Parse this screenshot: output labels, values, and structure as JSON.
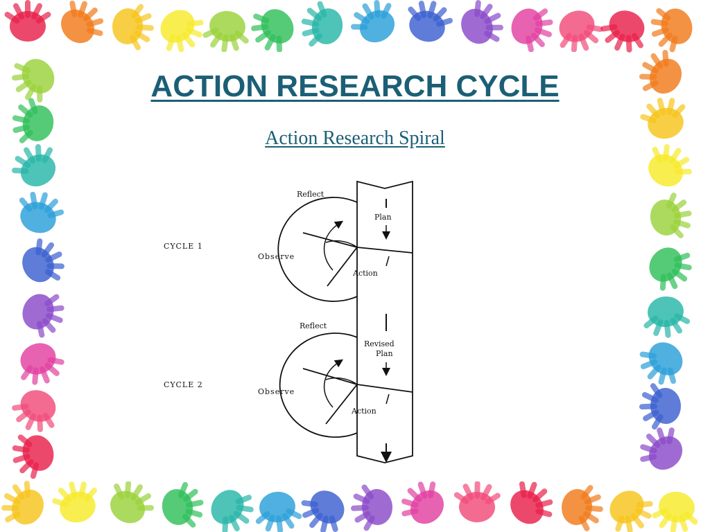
{
  "slide": {
    "title": "ACTION RESEARCH CYCLE",
    "subtitle": "Action Research Spiral"
  },
  "colors": {
    "title": "#1b5f76",
    "border_palette": [
      "#e8204a",
      "#f27a1a",
      "#f7c51b",
      "#f7ea2a",
      "#9ad23a",
      "#2fbf5a",
      "#27b6a8",
      "#2a9fd8",
      "#3a5fd0",
      "#8a4ac9",
      "#e23fa0",
      "#f24b7a"
    ]
  },
  "diagram": {
    "cycle_1": {
      "label": "CYCLE 1",
      "reflect": "Reflect",
      "plan": "Plan",
      "observe": "Observe",
      "action": "Action"
    },
    "cycle_2": {
      "label": "CYCLE 2",
      "reflect": "Reflect",
      "plan_line1": "Revised",
      "plan_line2": "Plan",
      "observe": "Observe",
      "action": "Action"
    }
  }
}
